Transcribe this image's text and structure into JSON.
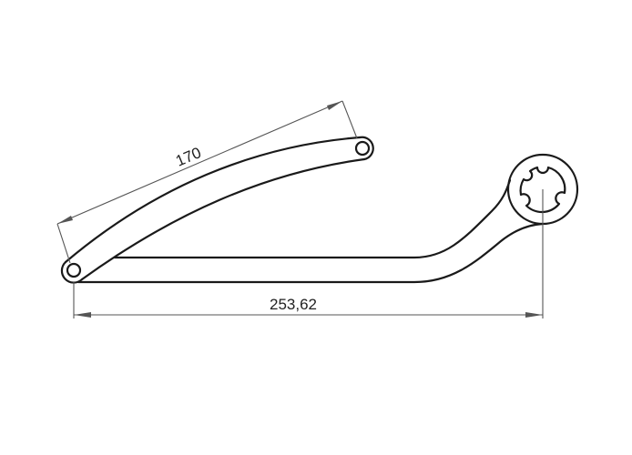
{
  "drawing": {
    "type": "technical-drawing",
    "subject": "curved lever arm and crank arm with splined ring",
    "line_color": "#1a1a1a",
    "dimension_color": "#555555",
    "background": "#ffffff"
  },
  "dimensions": {
    "arm_length": {
      "label": "170",
      "unit": ""
    },
    "overall_length": {
      "label": "253,62",
      "unit": ""
    }
  }
}
